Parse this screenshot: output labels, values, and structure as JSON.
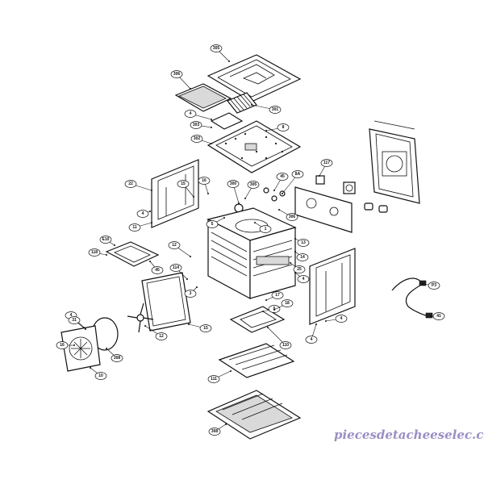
{
  "watermark": "piecesdetacheeselec.com",
  "colors": {
    "watermark": "#9b8fc4",
    "line": "#111111",
    "background": "#ffffff"
  },
  "callouts": [
    "305",
    "306",
    "4",
    "301",
    "303",
    "8",
    "302",
    "15",
    "16",
    "45",
    "8A",
    "117",
    "22",
    "300",
    "305",
    "4",
    "11",
    "5",
    "1",
    "13",
    "306",
    "14",
    "25",
    "4",
    "12",
    "E10",
    "118",
    "45",
    "114",
    "3",
    "15",
    "12",
    "308",
    "10",
    "16",
    "4",
    "31",
    "P3",
    "41",
    "6",
    "110",
    "4",
    "4",
    "17",
    "18",
    "111",
    "308"
  ]
}
